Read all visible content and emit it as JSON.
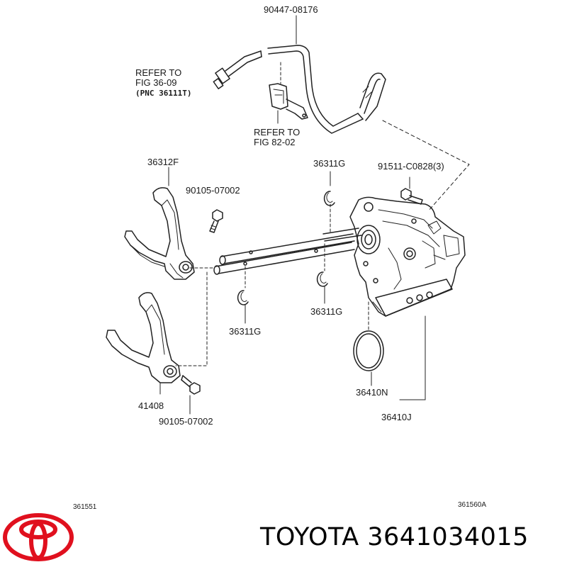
{
  "labels": {
    "hose_part": "90447-08176",
    "refer_fig36_line1": "REFER TO",
    "refer_fig36_line2": "FIG 36-09",
    "refer_fig36_pnc": "(PNC 36111T)",
    "refer_fig82_line1": "REFER TO",
    "refer_fig82_line2": "FIG 82-02",
    "fork_upper": "36312F",
    "bolt_upper": "90105-07002",
    "snap_ring_top": "36311G",
    "bolt_actuator": "91511-C0828(3)",
    "snap_ring_left": "36311G",
    "snap_ring_right": "36311G",
    "fork_lower": "41408",
    "bolt_lower": "90105-07002",
    "o_ring": "36410N",
    "actuator": "36410J",
    "ref_left": "361551",
    "ref_right": "361560A"
  },
  "brand": {
    "text": "TOYOTA 3641034015",
    "logo_color": "#e0101e"
  }
}
